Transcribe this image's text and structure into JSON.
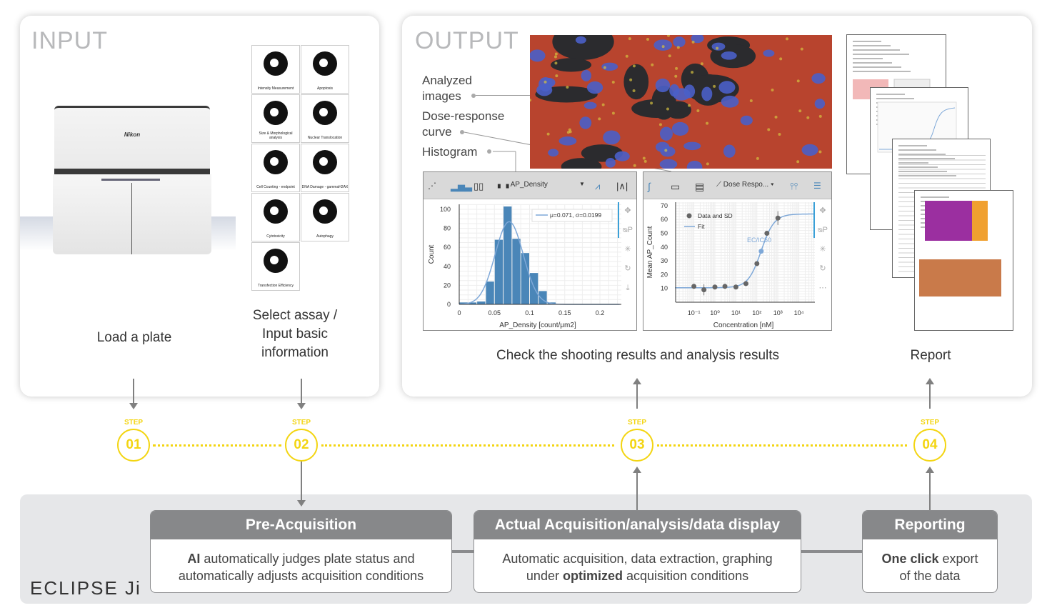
{
  "input": {
    "title": "INPUT",
    "load_caption": "Load a plate",
    "select_caption_1": "Select assay /",
    "select_caption_2": "Input basic",
    "select_caption_3": "information",
    "device": {
      "brand": "Nikon",
      "model": "ECLIPSE Ji"
    },
    "assays": [
      "Intensity Measurement",
      "Apoptosis",
      "Size & Morphological analysis",
      "Nuclear Translocation",
      "Cell Counting - endpoint",
      "DNA Damage - gammaH2AX",
      "Cytotoxicity",
      "Autophagy",
      "Transfection Efficiency"
    ]
  },
  "output": {
    "title": "OUTPUT",
    "label_images_1": "Analyzed",
    "label_images_2": "images",
    "label_dose_1": "Dose-response",
    "label_dose_2": "curve",
    "label_hist": "Histogram",
    "check_caption": "Check the shooting results and analysis results",
    "report_caption": "Report"
  },
  "histogram_panel": {
    "dropdown": "AP_Density"
  },
  "dose_panel": {
    "dropdown": "Dose Respo..."
  },
  "chart_data": [
    {
      "type": "bar",
      "title": "",
      "xlabel": "AP_Density [count/μm2]",
      "ylabel": "Count",
      "xlim": [
        0,
        0.23
      ],
      "ylim": [
        0,
        105
      ],
      "bin_start": 0,
      "bin_width": 0.0125,
      "values": [
        2,
        2,
        3,
        24,
        68,
        103,
        69,
        54,
        33,
        14,
        2,
        0
      ],
      "xticks": [
        "0",
        "0.05",
        "0.1",
        "0.15",
        "0.2"
      ],
      "xtick_values": [
        0,
        0.05,
        0.1,
        0.15,
        0.2
      ],
      "yticks": [
        "0",
        "20",
        "40",
        "60",
        "80",
        "100"
      ],
      "ytick_values": [
        0,
        20,
        40,
        60,
        80,
        100
      ],
      "fit": {
        "mu": 0.071,
        "sigma": 0.0199,
        "peak": 87
      },
      "legend": "μ=0.071, σ=0.0199",
      "legend_position": "top-right",
      "grid": true
    },
    {
      "type": "scatter",
      "xscale": "log",
      "xlabel": "Concentration [nM]",
      "ylabel": "Mean AP_Count",
      "ylim": [
        0,
        72
      ],
      "x": [
        0.1,
        0.3,
        1,
        3,
        10,
        30,
        100,
        300,
        1000
      ],
      "y": [
        11.5,
        9,
        11,
        11.5,
        11,
        13.5,
        28,
        50,
        61
      ],
      "sd": [
        1,
        4,
        1,
        1,
        1,
        1.5,
        1,
        1,
        5
      ],
      "xticks": [
        "10⁻¹",
        "10⁰",
        "10¹",
        "10²",
        "10³",
        "10⁴"
      ],
      "xtick_exps": [
        -1,
        0,
        1,
        2,
        3,
        4
      ],
      "yticks": [
        "10",
        "20",
        "30",
        "40",
        "50",
        "60",
        "70"
      ],
      "ytick_values": [
        10,
        20,
        30,
        40,
        50,
        60,
        70
      ],
      "fit": {
        "bottom": 10.5,
        "top": 64,
        "ec50": 160,
        "hill": 1.4
      },
      "ec50_label": "EC/IC50",
      "ec50_value": 37,
      "legend": [
        "Data and SD",
        "Fit"
      ],
      "legend_position": "top-left",
      "grid": true
    }
  ],
  "colors": {
    "step": "#f3d512",
    "box_header": "#87888a",
    "band": "#e6e7e9",
    "bar": "#4a86b8",
    "fit": "#7ea8d8"
  },
  "steps": [
    {
      "label": "STEP",
      "num": "01"
    },
    {
      "label": "STEP",
      "num": "02"
    },
    {
      "label": "STEP",
      "num": "03"
    },
    {
      "label": "STEP",
      "num": "04"
    }
  ],
  "eclipse": {
    "name": "ECLIPSE Ji"
  },
  "boxes": [
    {
      "title": "Pre-Acquisition",
      "bold1": "AI",
      "line1": " automatically judges plate status and",
      "line2": "automatically adjusts acquisition conditions"
    },
    {
      "title": "Actual Acquisition/analysis/data display",
      "line1": "Automatic acquisition, data extraction, graphing",
      "pre2": "under ",
      "bold2": "optimized",
      "post2": " acquisition conditions"
    },
    {
      "title": "Reporting",
      "bold1": "One click",
      "line1": " export",
      "line2": "of the data"
    }
  ]
}
